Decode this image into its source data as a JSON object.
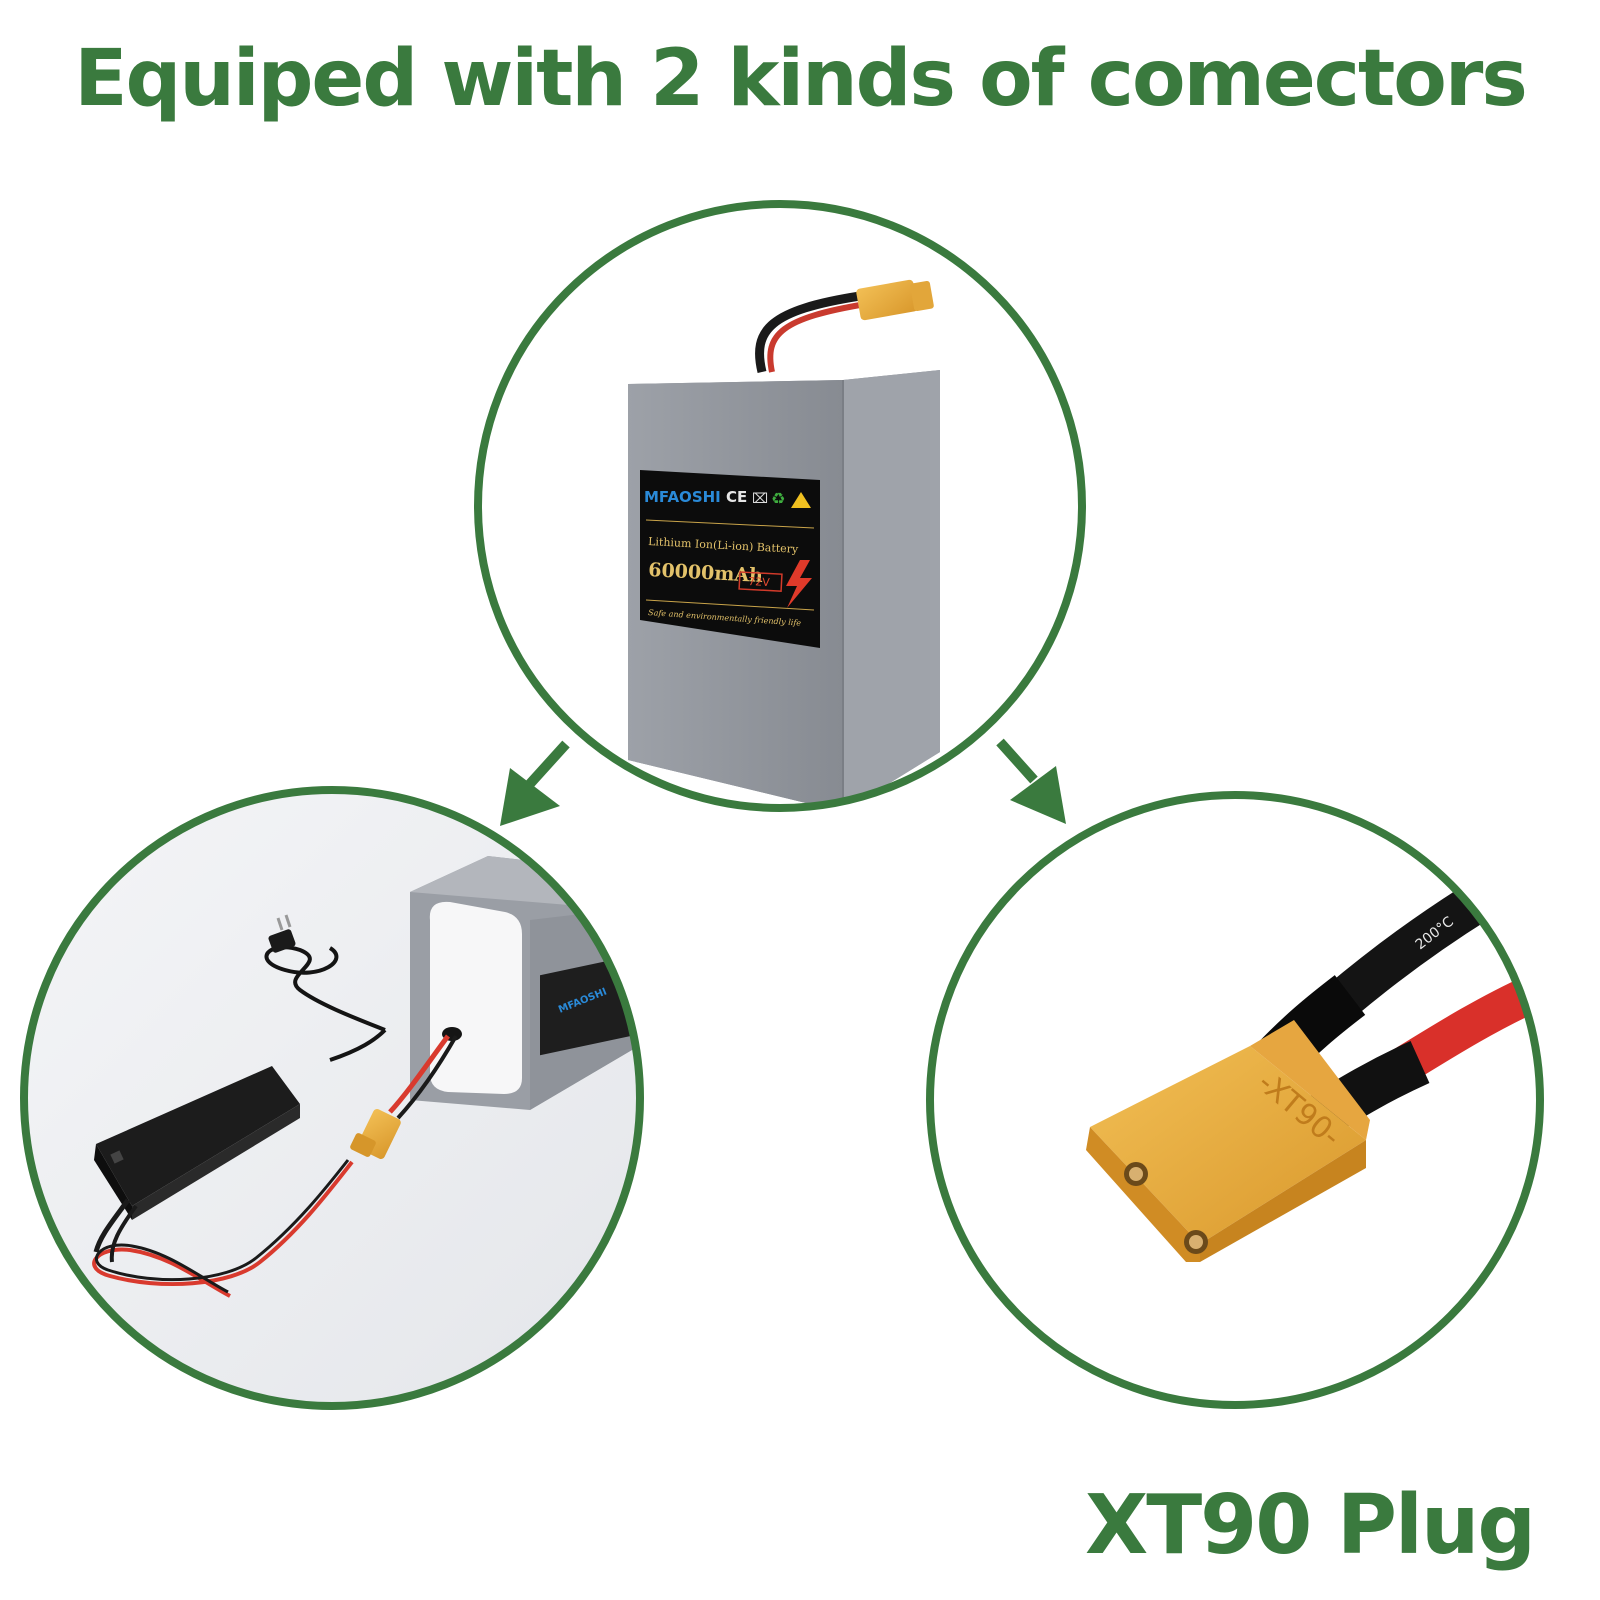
{
  "headline": "Equiped with 2 kinds of comectors",
  "caption_xt90": "XT90 Plug",
  "colors": {
    "accent_green": "#3a7a3e",
    "battery_gray": "#8e9299",
    "connector_yellow": "#e8ac3c",
    "wire_red": "#d93a2e",
    "wire_black": "#1a1a1a"
  },
  "battery_label": {
    "brand": "MFAOSHI",
    "marks": [
      "CE",
      "weee-icon",
      "recycle-icon",
      "warning-icon"
    ],
    "line1": "Lithium Ion(Li-ion) Battery",
    "capacity": "60000mAh",
    "voltage": "72V",
    "tagline": "Safe and environmentally friendly life"
  },
  "plug_marking": "-XT90-",
  "cable_marking": "200°C",
  "side_label_brand": "MFAOSHI"
}
